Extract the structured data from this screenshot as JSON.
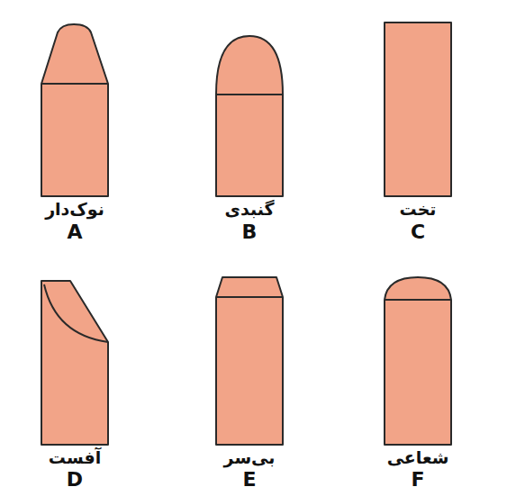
{
  "diagram": {
    "labels": [
      "نوک‌دار",
      "A",
      "گنبدی",
      "B",
      "تخت",
      "C",
      "آفست",
      "D",
      "بی‌سر",
      "E",
      "شعاعی",
      "F"
    ]
  }
}
